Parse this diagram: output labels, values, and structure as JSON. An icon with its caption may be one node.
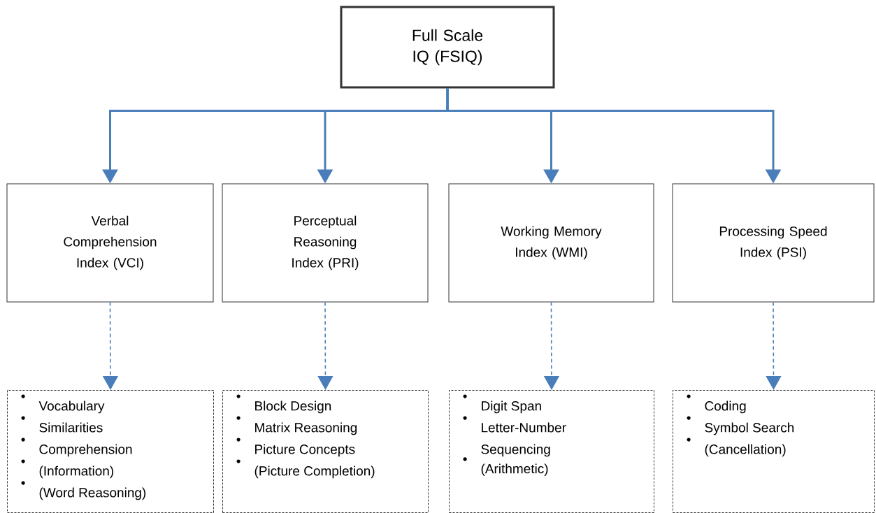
{
  "diagram": {
    "nodes": [
      {
        "text": [
          "Full Scale IQ (FSIQ)"
        ]
      },
      {
        "text": [
          "Verbal Comprehension Index (VCI)"
        ]
      },
      {
        "text": [
          "Perceptual Reasoning Index (PRI)"
        ]
      },
      {
        "text": [
          "Working Memory Index (WMI)"
        ]
      },
      {
        "text": [
          "Processing Speed Index (PSI)"
        ]
      },
      {
        "text": [
          "Vocabulary",
          "Similarities",
          "Comprehension",
          "(Information)",
          "(Word Reasoning)"
        ]
      },
      {
        "text": [
          "Block Design",
          "Matrix Reasoning",
          "Picture Concepts",
          "(Picture Completion)"
        ]
      },
      {
        "text": [
          "Digit Span",
          "Letter-Number Sequencing",
          "(Arithmetic)"
        ]
      },
      {
        "text": [
          "Coding",
          "Symbol Search",
          "(Cancellation)"
        ]
      }
    ],
    "edges": [
      {
        "from": 0,
        "to": 1,
        "arrow": "to"
      },
      {
        "from": 0,
        "to": 2,
        "arrow": "to"
      },
      {
        "from": 0,
        "to": 3,
        "arrow": "to"
      },
      {
        "from": 0,
        "to": 4,
        "arrow": "to"
      },
      {
        "from": 1,
        "to": 5,
        "arrow": "to",
        "style": "dashed"
      },
      {
        "from": 2,
        "to": 6,
        "arrow": "to",
        "style": "dashed"
      },
      {
        "from": 3,
        "to": 7,
        "arrow": "to",
        "style": "dashed"
      },
      {
        "from": 4,
        "to": 8,
        "arrow": "to",
        "style": "dashed"
      }
    ]
  }
}
